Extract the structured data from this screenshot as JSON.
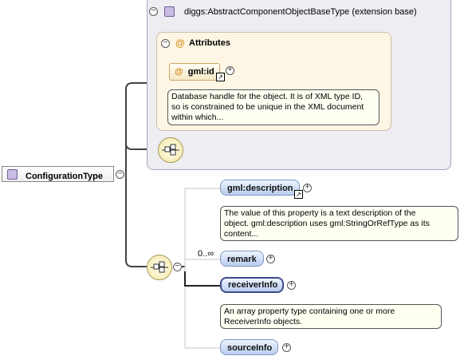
{
  "root": {
    "name": "ConfigurationType"
  },
  "extension": {
    "title": "diggs:AbstractComponentObjectBaseType (extension base)",
    "attributes_label": "Attributes",
    "attribute": {
      "name": "gml:id",
      "doc_lines": [
        "Database handle for the object. It is of XML type ID,",
        "so is constrained to be unique in the XML document",
        "within which..."
      ]
    }
  },
  "sequence": {
    "cardinality": "0..∞",
    "elements": [
      {
        "name": "gml:description",
        "doc_lines": [
          "The value of this property is a text description of the",
          "object. gml:description uses gml:StringOrRefType as its",
          "content..."
        ]
      },
      {
        "name": "remark"
      },
      {
        "name": "receiverInfo",
        "doc_lines": [
          "An array property type containing one or more",
          "ReceiverInfo objects."
        ]
      },
      {
        "name": "sourceInfo"
      }
    ]
  },
  "symbols": {
    "collapse": "−",
    "expand": "+",
    "attribute_marker": "@",
    "reference": "↗"
  },
  "colors": {
    "element_fill": "#b8cdee",
    "attribute_fill": "#f7e9c6",
    "type_icon": "#c9bde6",
    "container": "#ededf2"
  }
}
